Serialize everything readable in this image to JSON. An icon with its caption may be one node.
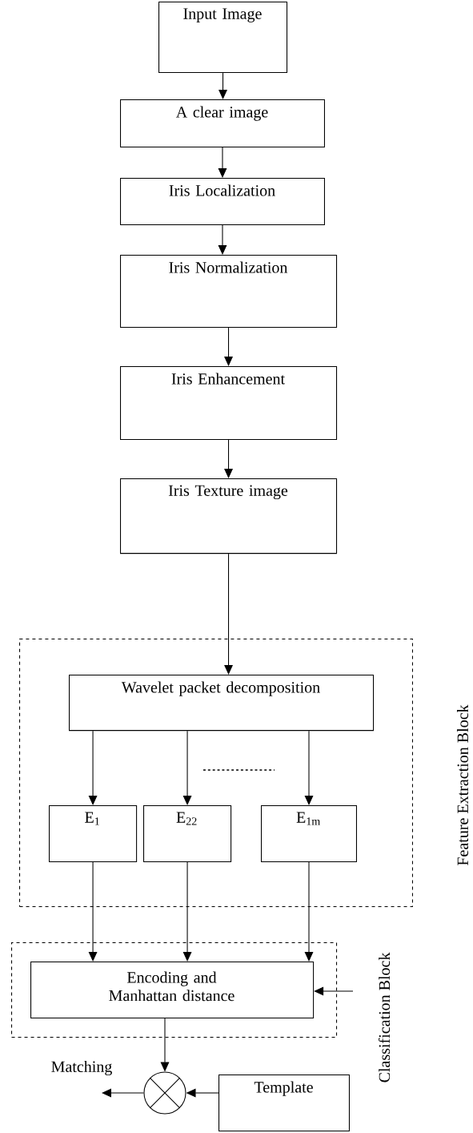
{
  "diagram": {
    "nodes": [
      {
        "text": [
          "Input Image"
        ]
      },
      {
        "text": [
          "A clear image"
        ]
      },
      {
        "text": [
          "Iris Localization"
        ]
      },
      {
        "text": [
          "Iris Normalization"
        ]
      },
      {
        "text": [
          "Iris Enhancement"
        ]
      },
      {
        "text": [
          "Iris Texture image"
        ]
      },
      {
        "text": [
          "Feature Extraction Block"
        ]
      },
      {
        "text": [
          "Wavelet packet decomposition"
        ],
        "in": 6
      },
      {
        "text": [
          "E$_{1}$"
        ],
        "in": 6
      },
      {
        "text": [
          "E$_{22}$"
        ],
        "in": 6
      },
      {
        "text": [
          "E$_{1m}$"
        ],
        "in": 6
      },
      {
        "text": [
          "Classification Block"
        ]
      },
      {
        "text": [
          "Encoding and Manhattan distance"
        ],
        "in": 11
      },
      {
        "text": [],
        "shape": "circle"
      },
      {
        "text": [
          "Template"
        ]
      }
    ],
    "edges": [
      {
        "from": 0,
        "to": 1,
        "arrow": "to"
      },
      {
        "from": 1,
        "to": 2,
        "arrow": "to"
      },
      {
        "from": 2,
        "to": 3,
        "arrow": "to"
      },
      {
        "from": 3,
        "to": 4,
        "arrow": "to"
      },
      {
        "from": 4,
        "to": 5,
        "arrow": "to"
      },
      {
        "from": 5,
        "to": 7,
        "arrow": "to"
      },
      {
        "from": 7,
        "to": 8,
        "arrow": "to"
      },
      {
        "from": 7,
        "to": 9,
        "arrow": "to"
      },
      {
        "from": 7,
        "to": 10,
        "arrow": "to"
      },
      {
        "from": 8,
        "to": 12,
        "arrow": "to"
      },
      {
        "from": 9,
        "to": 12,
        "arrow": "to"
      },
      {
        "from": 10,
        "to": 12,
        "arrow": "to"
      },
      {
        "from": null,
        "to": 12,
        "arrow": "to"
      },
      {
        "from": 12,
        "to": 13,
        "arrow": "to"
      },
      {
        "from": 14,
        "to": 13,
        "arrow": "to"
      },
      {
        "from": 13,
        "to": null,
        "arrow": "to",
        "label": "Matching"
      }
    ]
  }
}
